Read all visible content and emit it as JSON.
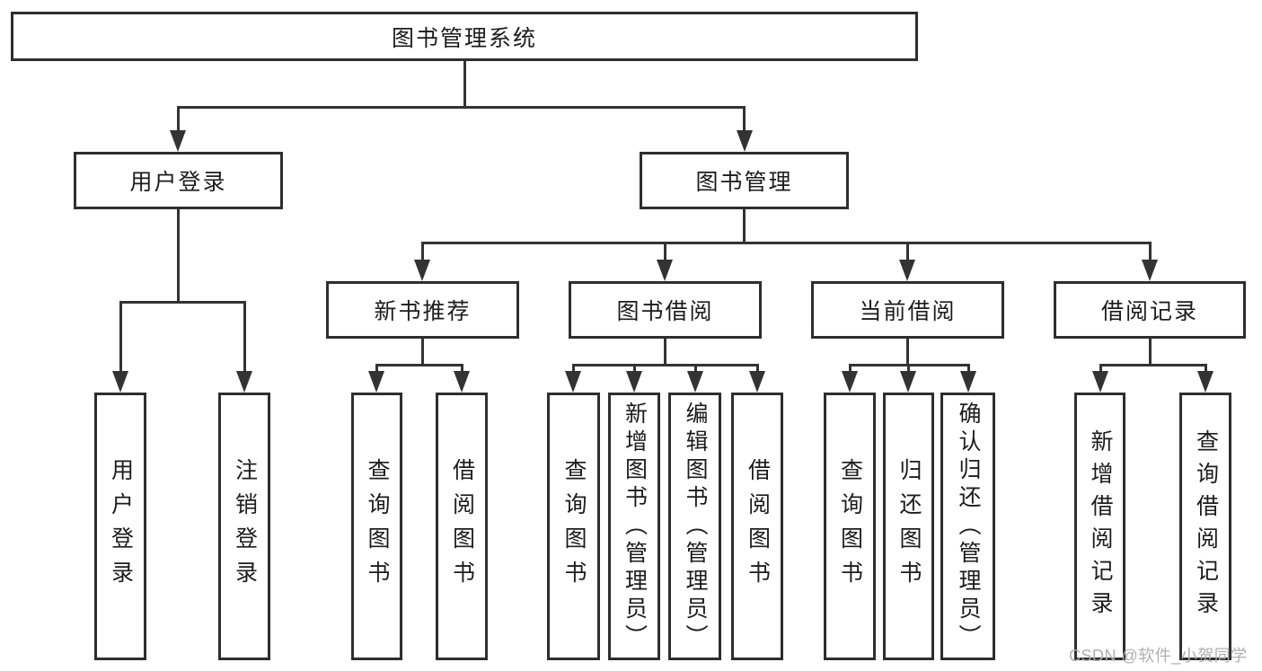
{
  "diagram": {
    "title": "图书管理系统",
    "level2": {
      "user_login": "用户登录",
      "book_mgmt": "图书管理"
    },
    "level3": {
      "new_book_rec": "新书推荐",
      "book_borrow": "图书借阅",
      "current_borrow": "当前借阅",
      "borrow_record": "借阅记录"
    },
    "leaves": {
      "ul_login": "用户登录",
      "ul_logout": "注销登录",
      "nbr_query": "查询图书",
      "nbr_borrow": "借阅图书",
      "bb_query": "查询图书",
      "bb_add": "新增图书（管理员）",
      "bb_edit": "编辑图书（管理员）",
      "bb_borrow": "借阅图书",
      "cb_query": "查询图书",
      "cb_return": "归还图书",
      "cb_confirm": "确认归还（管理员）",
      "br_add": "新增借阅记录",
      "br_query": "查询借阅记录"
    }
  },
  "watermark": "CSDN @软件_小贺同学",
  "colors": {
    "line": "#333333",
    "text": "#1c1c1c",
    "watermark": "#b0b0b0",
    "background": "#ffffff"
  }
}
